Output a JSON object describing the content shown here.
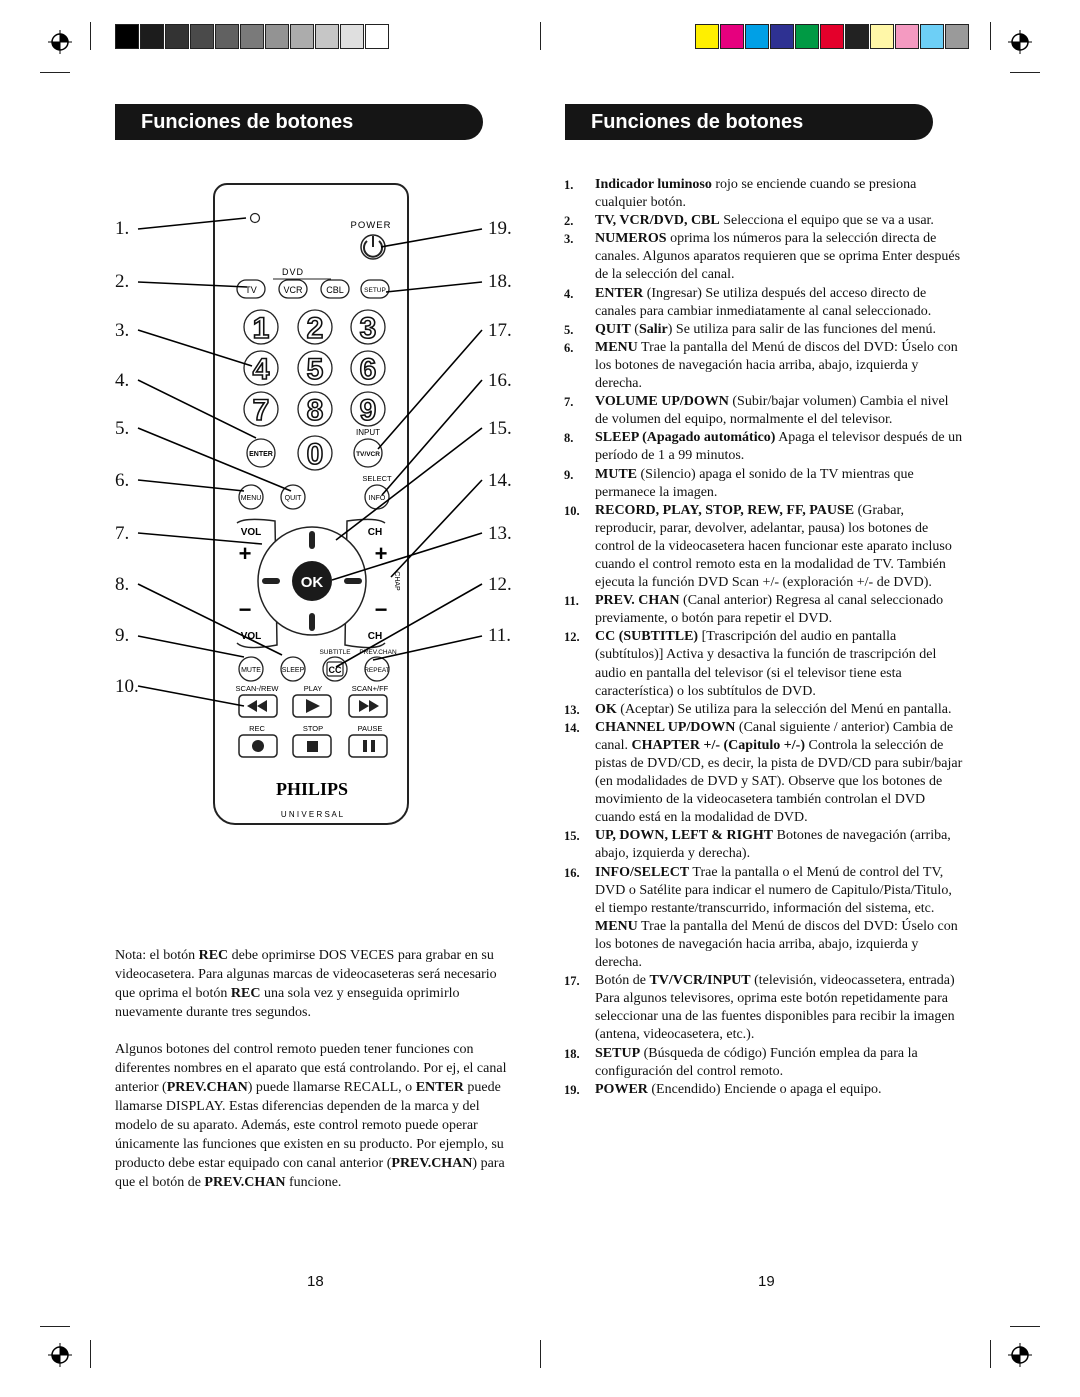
{
  "colors": {
    "gray_bars": [
      "#000000",
      "#1c1c1c",
      "#333333",
      "#4a4a4a",
      "#616161",
      "#7a7a7a",
      "#939393",
      "#acacac",
      "#c6c6c6",
      "#dfdfdf",
      "#ffffff"
    ],
    "color_bars": [
      "#ffef00",
      "#e6007e",
      "#00a0e6",
      "#2e3192",
      "#009a44",
      "#e4002b",
      "#222222",
      "#fff7a8",
      "#f49ac1",
      "#6dcff6",
      "#9a9a9a"
    ],
    "header_bg": "#151515"
  },
  "left": {
    "header": "Funciones de botones",
    "note": {
      "p1": [
        {
          "t": "Nota: el botón "
        },
        {
          "t": "REC",
          "b": true
        },
        {
          "t": " debe oprimirse DOS VECES para grabar en su videocasetera. Para algunas marcas de videocaseteras será necesario que oprima el botón "
        },
        {
          "t": "REC",
          "b": true
        },
        {
          "t": " una sola vez y enseguida oprimirlo nuevamente durante tres segundos."
        }
      ],
      "p2": [
        {
          "t": "Algunos botones del control remoto pueden tener funciones con diferentes nombres en el aparato que está controlando. Por ej, el canal anterior ("
        },
        {
          "t": "PREV.CHAN",
          "b": true
        },
        {
          "t": ") puede llamarse RECALL, o "
        },
        {
          "t": "ENTER",
          "b": true
        },
        {
          "t": " puede llamarse DISPLAY. Estas diferencias dependen de la marca y del modelo de su aparato. Además, este control remoto puede operar únicamente las funciones que existen en su producto. Por ejemplo, su producto debe estar equipado con canal anterior ("
        },
        {
          "t": "PREV.CHAN",
          "b": true
        },
        {
          "t": ") para que el botón de "
        },
        {
          "t": "PREV.CHAN",
          "b": true
        },
        {
          "t": " funcione."
        }
      ]
    },
    "page_number": "18"
  },
  "remote": {
    "power": "POWER",
    "dvd": "DVD",
    "tv": "TV",
    "vcr": "VCR",
    "cbl": "CBL",
    "setup": "SETUP",
    "digits": [
      "1",
      "2",
      "3",
      "4",
      "5",
      "6",
      "7",
      "8",
      "9",
      "0"
    ],
    "enter": "ENTER",
    "input": "INPUT",
    "tvvcr": "TV/VCR",
    "select": "SELECT",
    "menu": "MENU",
    "quit": "QUIT",
    "info": "INFO",
    "vol": "VOL",
    "ch": "CH",
    "ok": "OK",
    "chap": "CHAP",
    "plus": "+",
    "minus": "−",
    "subtitle": "SUBTITLE",
    "prevchan": "PREV.CHAN",
    "mute": "MUTE",
    "sleep": "SLEEP",
    "cc": "CC",
    "repeat": "REPEAT",
    "scan_rew": "SCAN-/REW",
    "play": "PLAY",
    "scan_ff": "SCAN+/FF",
    "rec": "REC",
    "stop": "STOP",
    "pause": "PAUSE",
    "brand": "PHILIPS",
    "universal": "U N I V E R S A L"
  },
  "callouts_left": [
    "1.",
    "2.",
    "3.",
    "4.",
    "5.",
    "6.",
    "7.",
    "8.",
    "9.",
    "10."
  ],
  "callouts_right": [
    "19.",
    "18.",
    "17.",
    "16.",
    "15.",
    "14.",
    "13.",
    "12.",
    "11."
  ],
  "right": {
    "header": "Funciones de botones",
    "items": [
      {
        "num": "1.",
        "parts": [
          {
            "t": "Indicador luminoso",
            "b": true
          },
          {
            "t": " rojo se enciende cuando se presiona cualquier botón."
          }
        ]
      },
      {
        "num": "2.",
        "parts": [
          {
            "t": "TV, VCR/DVD, CBL",
            "b": true
          },
          {
            "t": " Selecciona el equipo que se va a usar."
          }
        ]
      },
      {
        "num": "3.",
        "parts": [
          {
            "t": "NUMEROS",
            "b": true
          },
          {
            "t": " oprima los números para la selección directa de canales. Algunos aparatos requieren que se oprima Enter después de la selección del canal."
          }
        ]
      },
      {
        "num": "4.",
        "parts": [
          {
            "t": "ENTER",
            "b": true
          },
          {
            "t": " (Ingresar) Se utiliza después del acceso directo de canales para cambiar inmediatamente al canal seleccionado."
          }
        ]
      },
      {
        "num": "5.",
        "parts": [
          {
            "t": "QUIT",
            "b": true
          },
          {
            "t": " ("
          },
          {
            "t": "Salir",
            "b": true
          },
          {
            "t": ") Se utiliza para salir de las funciones del menú."
          }
        ]
      },
      {
        "num": "6.",
        "parts": [
          {
            "t": "MENU",
            "b": true
          },
          {
            "t": " Trae la pantalla del Menú de discos del DVD: Úselo con los botones de navegación hacia arriba, abajo, izquierda y derecha."
          }
        ]
      },
      {
        "num": "7.",
        "parts": [
          {
            "t": "VOLUME UP/DOWN",
            "b": true
          },
          {
            "t": " (Subir/bajar volumen) Cambia el nivel de volumen del equipo, normalmente el del televisor."
          }
        ]
      },
      {
        "num": "8.",
        "parts": [
          {
            "t": "SLEEP (Apagado automático)",
            "b": true
          },
          {
            "t": " Apaga el televisor después de un período de 1 a 99 minutos."
          }
        ]
      },
      {
        "num": "9.",
        "parts": [
          {
            "t": "MUTE",
            "b": true
          },
          {
            "t": " (Silencio) apaga el sonido de la TV mientras que permanece la imagen."
          }
        ]
      },
      {
        "num": "10.",
        "parts": [
          {
            "t": "RECORD, PLAY, STOP, REW, FF, PAUSE",
            "b": true
          },
          {
            "t": " (Grabar, reproducir, parar, devolver, adelantar, pausa) los botones de control de la videocasetera hacen funcionar este aparato incluso cuando el control remoto esta en la modalidad de TV. También ejecuta la función DVD Scan +/- (exploración +/- de DVD)."
          }
        ]
      },
      {
        "num": "11.",
        "parts": [
          {
            "t": "PREV. CHAN",
            "b": true
          },
          {
            "t": " (Canal anterior) Regresa al canal seleccionado previamente, o botón para repetir el DVD."
          }
        ]
      },
      {
        "num": "12.",
        "parts": [
          {
            "t": "CC (SUBTITLE)",
            "b": true
          },
          {
            "t": " [Trascripción del audio en pantalla (subtítulos)] Activa y desactiva la función de trascripción del audio en pantalla del televisor (si el televisor tiene esta característica) o los subtítulos de DVD."
          }
        ]
      },
      {
        "num": "13.",
        "parts": [
          {
            "t": "OK",
            "b": true
          },
          {
            "t": " (Aceptar) Se utiliza para la selección del Menú en pantalla."
          }
        ]
      },
      {
        "num": "14.",
        "parts": [
          {
            "t": "CHANNEL UP/DOWN",
            "b": true
          },
          {
            "t": " (Canal siguiente / anterior) Cambia de canal. "
          },
          {
            "t": "CHAPTER +/- (Capitulo +/-)",
            "b": true
          },
          {
            "t": " Controla la selección de pistas de DVD/CD, es decir, la pista de DVD/CD para subir/bajar (en modalidades de DVD y SAT). Observe que los botones de movimiento de la videocasetera también controlan el DVD cuando está en la modalidad de DVD."
          }
        ]
      },
      {
        "num": "15.",
        "parts": [
          {
            "t": "UP, DOWN, LEFT & RIGHT",
            "b": true
          },
          {
            "t": " Botones de navegación (arriba, abajo, izquierda y derecha)."
          }
        ]
      },
      {
        "num": "16.",
        "parts": [
          {
            "t": "INFO/SELECT",
            "b": true
          },
          {
            "t": " Trae la pantalla o el Menú de control del TV, DVD o Satélite para indicar el numero de Capitulo/Pista/Titulo, el tiempo restante/transcurrido, información del sistema, etc. "
          },
          {
            "t": "MENU",
            "b": true
          },
          {
            "t": " Trae la pantalla del Menú de discos del DVD: Úselo con los botones de navegación hacia arriba, abajo, izquierda y derecha."
          }
        ]
      },
      {
        "num": "17.",
        "parts": [
          {
            "t": "Botón de "
          },
          {
            "t": "TV/VCR/INPUT",
            "b": true
          },
          {
            "t": " (televisión, videocassetera, entrada) Para algunos televisores, oprima este botón repetidamente para seleccionar una de las fuentes disponibles para recibir la imagen (antena, videocasetera, etc.)."
          }
        ]
      },
      {
        "num": "18.",
        "parts": [
          {
            "t": "SETUP",
            "b": true
          },
          {
            "t": " (Búsqueda de código) Función emplea da para la configuración del control remoto."
          }
        ]
      },
      {
        "num": "19.",
        "parts": [
          {
            "t": "POWER",
            "b": true
          },
          {
            "t": " (Encendido) Enciende o apaga el equipo."
          }
        ]
      }
    ],
    "page_number": "19"
  }
}
